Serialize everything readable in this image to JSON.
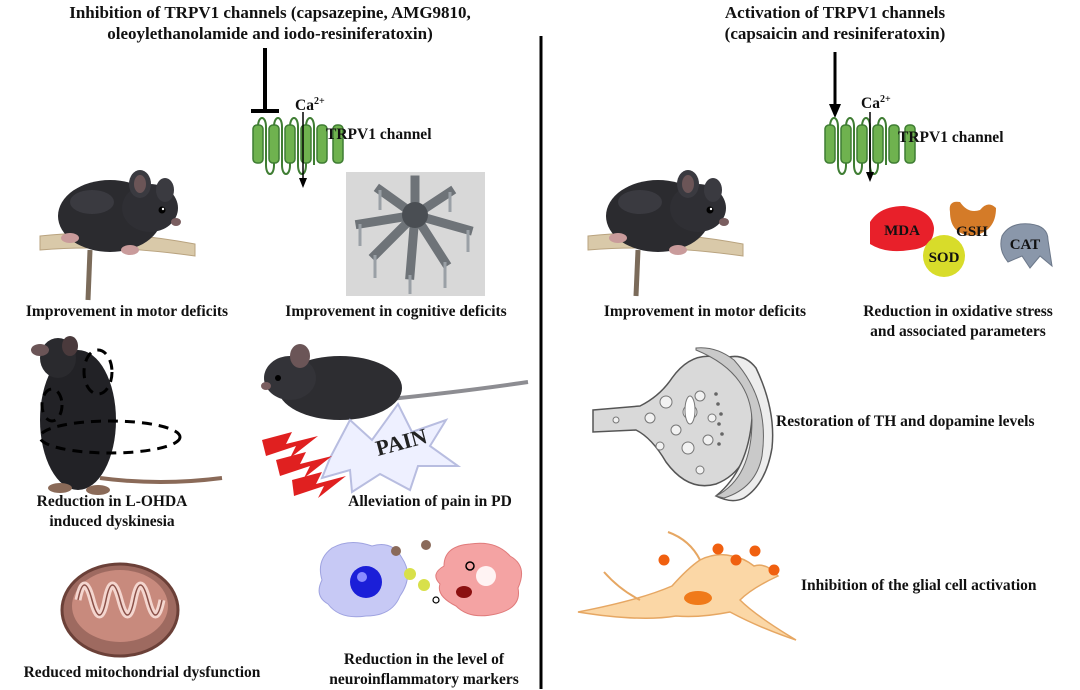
{
  "left": {
    "title_line1": "Inhibition of TRPV1 channels (capsazepine, AMG9810,",
    "title_line2": "oleoylethanolamide and iodo-resiniferatoxin)",
    "ion": "Ca",
    "ion_sup": "2+",
    "channel": "TRPV1 channel",
    "motor": "Improvement in motor deficits",
    "cognitive": "Improvement in cognitive deficits",
    "dysk_line1": "Reduction in L-OHDA",
    "dysk_line2": "induced dyskinesia",
    "pain_word": "PAIN",
    "pain": "Alleviation of pain in PD",
    "mito": "Reduced mitochondrial dysfunction",
    "neuro_line1": "Reduction in the level of",
    "neuro_line2": "neuroinflammatory markers"
  },
  "right": {
    "title_line1": "Activation of TRPV1 channels",
    "title_line2": "(capsaicin and resiniferatoxin)",
    "ion": "Ca",
    "ion_sup": "2+",
    "channel": "TRPV1 channel",
    "motor": "Improvement in motor deficits",
    "ox_line1": "Reduction in oxidative stress",
    "ox_line2": "and associated parameters",
    "mda": "MDA",
    "gsh": "GSH",
    "sod": "SOD",
    "cat": "CAT",
    "th": "Restoration of TH and dopamine levels",
    "glial": "Inhibition of the glial cell activation"
  }
}
